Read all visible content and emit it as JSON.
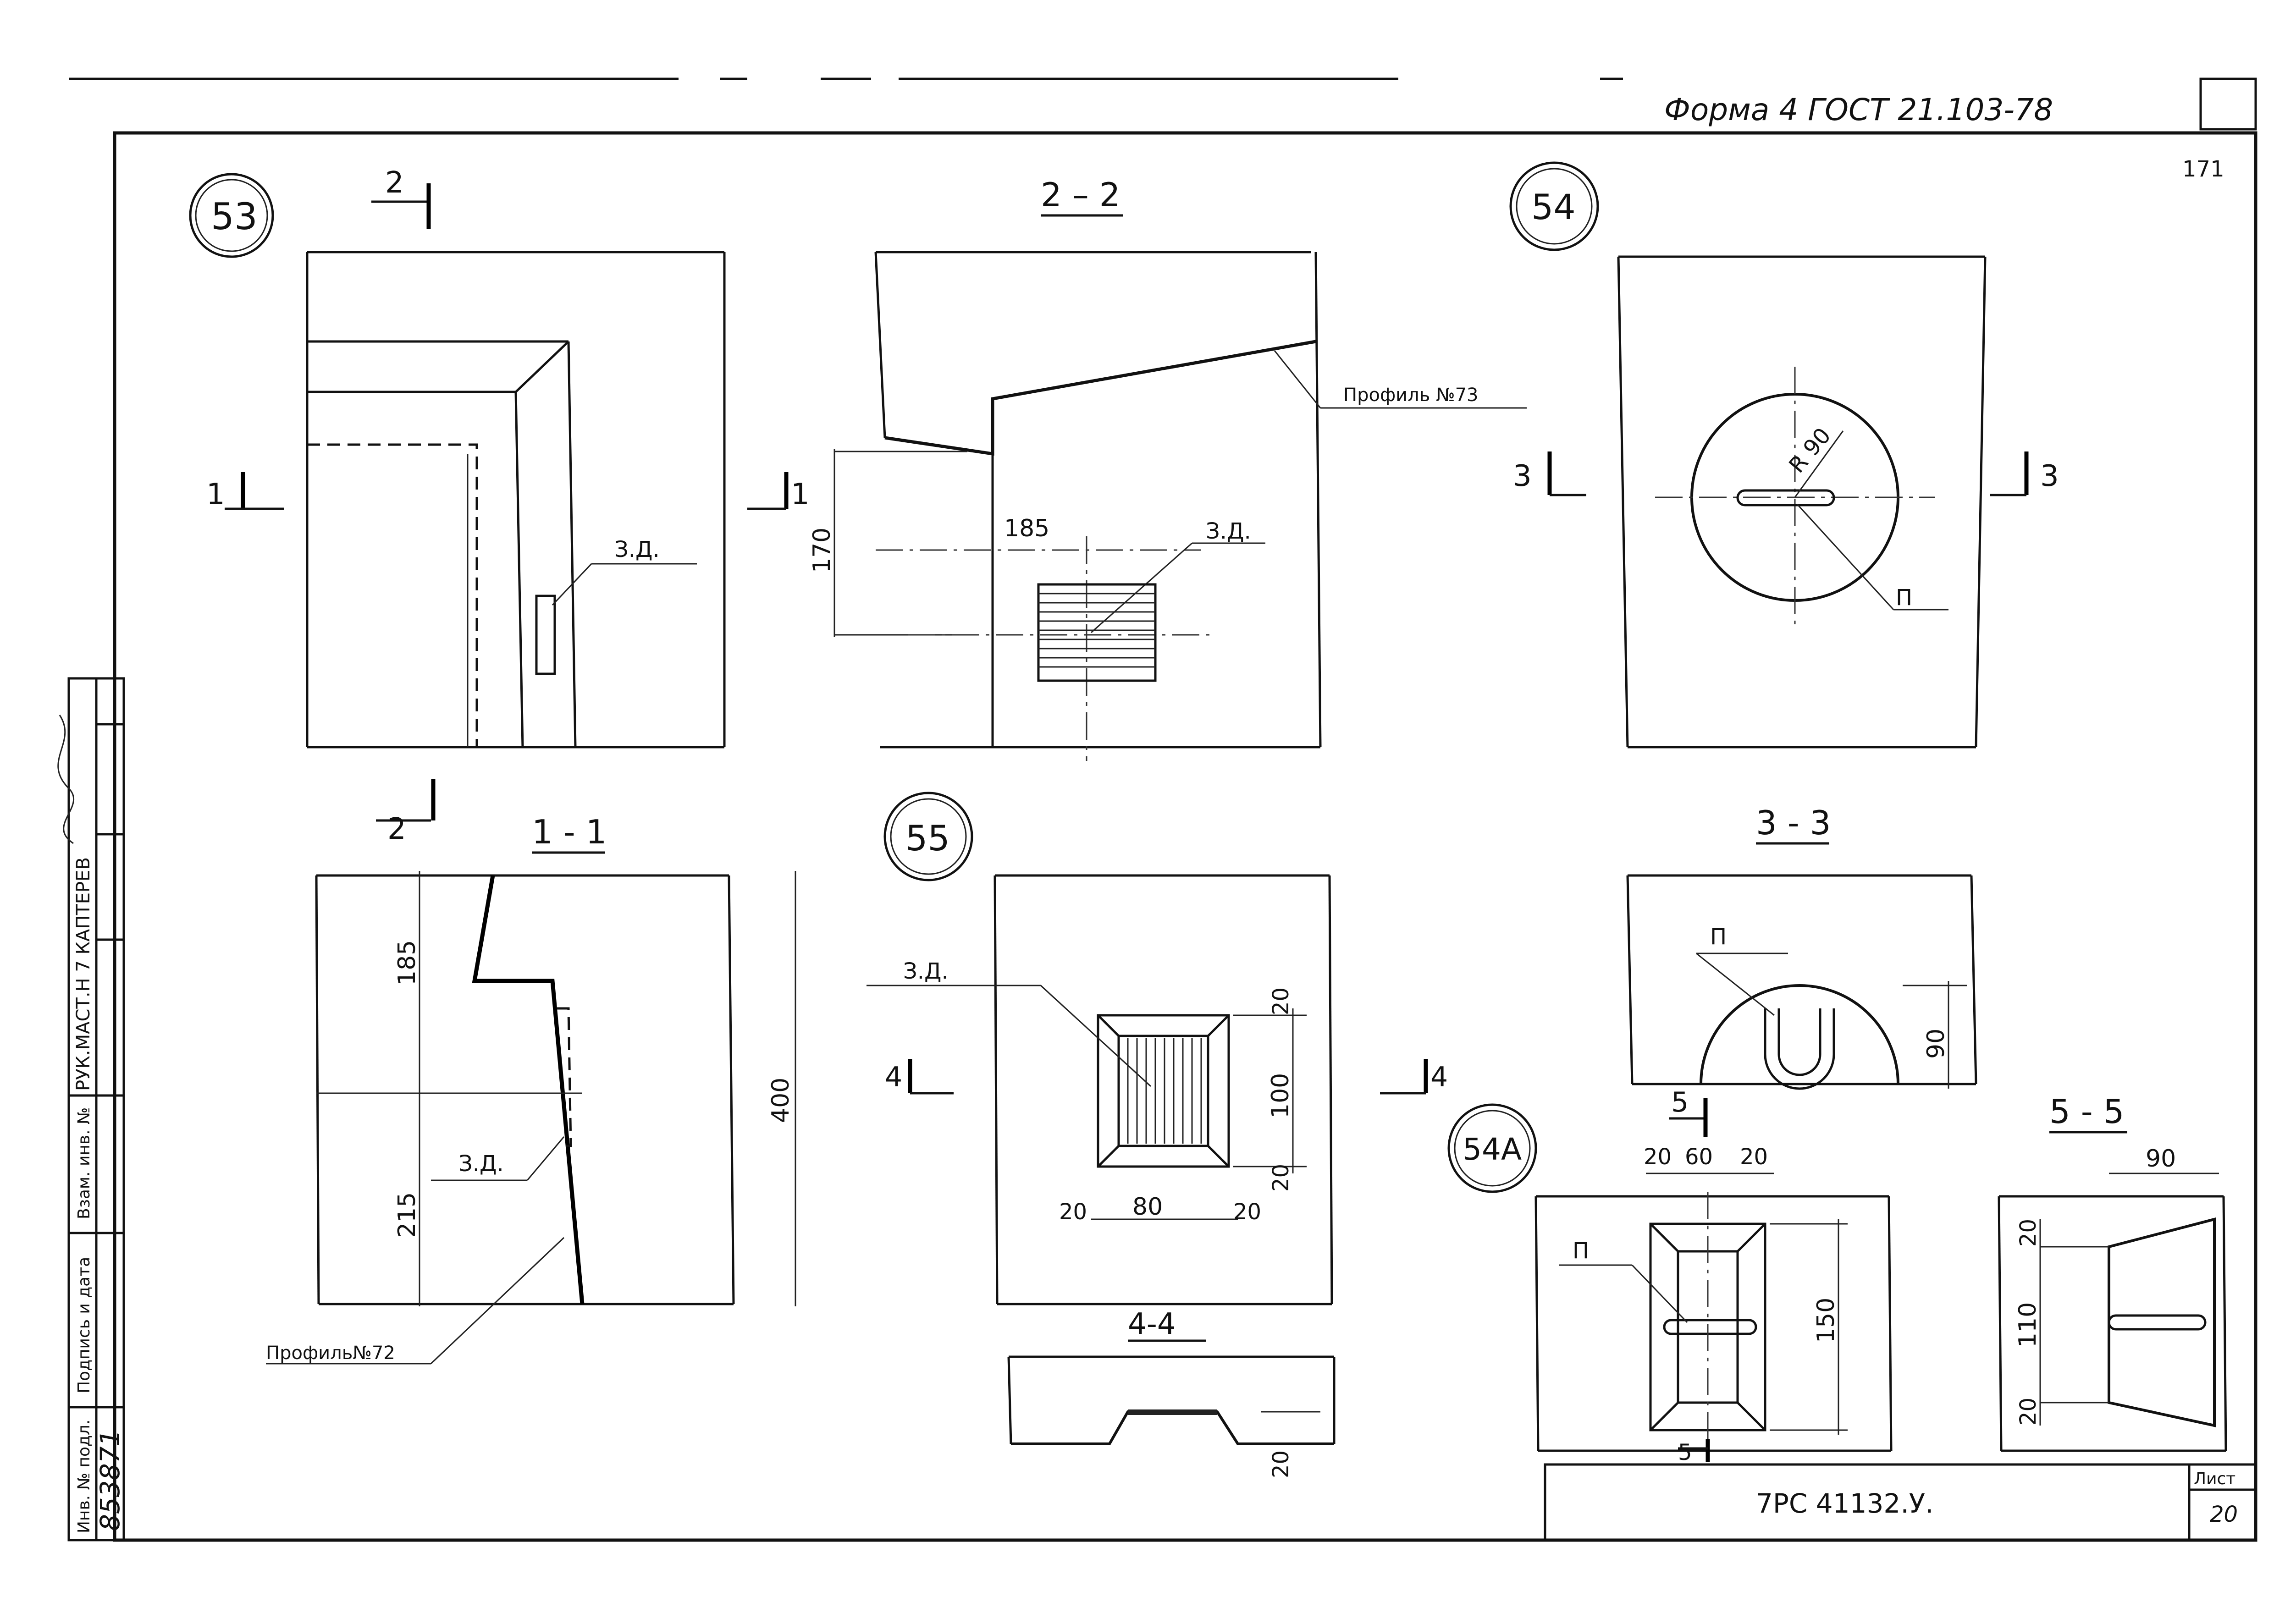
{
  "header": {
    "form_label": "Форма 4 ГОСТ 21.103-78",
    "page_corner_number": "171"
  },
  "title_block": {
    "code": "7РС 41132.У.",
    "sheet_label": "Лист",
    "sheet_number": "20"
  },
  "side_stamp": {
    "designer": "РУК.МАСТ.Н 7 КАПТЕРЕВ",
    "inv_podl_label": "Инв. № подл.",
    "inv_podl_value": "853871",
    "sign_date_label": "Подпись и дата",
    "vzam_inv_label": "Взам. инв. №"
  },
  "details": {
    "d53": "53",
    "d54": "54",
    "d55": "55",
    "d54a": "54А"
  },
  "sections": {
    "s22": "2 – 2",
    "s11": "1 - 1",
    "s33": "3 - 3",
    "s44": "4-4",
    "s55": "5 - 5"
  },
  "cut_marks": {
    "c1": "1",
    "c2": "2",
    "c3": "3",
    "c4": "4",
    "c5": "5"
  },
  "labels": {
    "zd": "З.Д.",
    "profile73": "Профиль №73",
    "profile72": "Профиль№72",
    "p": "П",
    "r90": "R 90"
  },
  "dimensions": {
    "d185": "185",
    "d170": "170",
    "d215": "215",
    "d400": "400",
    "d20": "20",
    "d80": "80",
    "d100": "100",
    "d90": "90",
    "d60": "60",
    "d150": "150",
    "d110": "110"
  }
}
